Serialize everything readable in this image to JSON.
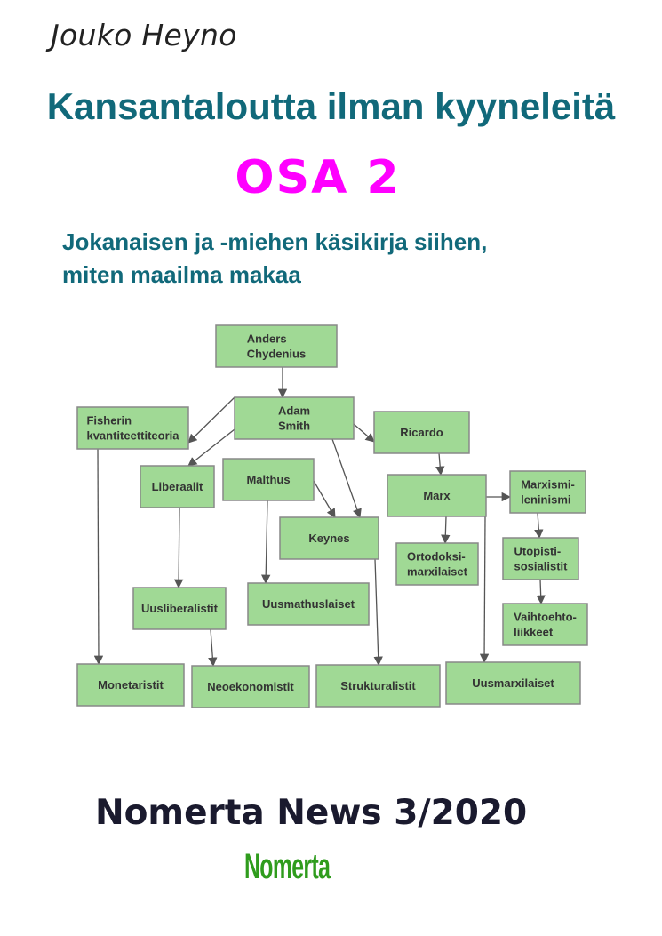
{
  "cover": {
    "author": "Jouko Heyno",
    "title": "Kansantaloutta ilman kyyneleitä",
    "part": "OSA 2",
    "subtitle_lines": [
      "Jokanaisen ja -miehen käsikirja siihen,",
      "miten maailma makaa"
    ],
    "issue": "Nomerta News 3/2020",
    "logo_text": "Nomerta"
  },
  "diagram": {
    "colors": {
      "node_fill": "#a0d995",
      "node_border": "#888888",
      "arrow": "#555555"
    },
    "nodes": [
      {
        "id": "chydenius",
        "lines": [
          "Anders",
          "Chydenius"
        ]
      },
      {
        "id": "smith",
        "lines": [
          "Adam",
          "Smith"
        ]
      },
      {
        "id": "fisher",
        "lines": [
          "Fisherin",
          "kvantiteettiteoria"
        ]
      },
      {
        "id": "ricardo",
        "lines": [
          "Ricardo"
        ]
      },
      {
        "id": "liberaalit",
        "lines": [
          "Liberaalit"
        ]
      },
      {
        "id": "malthus",
        "lines": [
          "Malthus"
        ]
      },
      {
        "id": "marx",
        "lines": [
          "Marx"
        ]
      },
      {
        "id": "marxlen",
        "lines": [
          "Marxismi-",
          "leninismi"
        ]
      },
      {
        "id": "keynes",
        "lines": [
          "Keynes"
        ]
      },
      {
        "id": "ortodoksi",
        "lines": [
          "Ortodoksi-",
          "marxilaiset"
        ]
      },
      {
        "id": "utopisti",
        "lines": [
          "Utopisti-",
          "sosialistit"
        ]
      },
      {
        "id": "uusliberalistit",
        "lines": [
          "Uusliberalistit"
        ]
      },
      {
        "id": "uusmathus",
        "lines": [
          "Uusmathuslaiset"
        ]
      },
      {
        "id": "vaihtoehto",
        "lines": [
          "Vaihtoehto-",
          "liikkeet"
        ]
      },
      {
        "id": "monetaristit",
        "lines": [
          "Monetaristit"
        ]
      },
      {
        "id": "neoekonomistit",
        "lines": [
          "Neoekonomistit"
        ]
      },
      {
        "id": "strukturalistit",
        "lines": [
          "Strukturalistit"
        ]
      },
      {
        "id": "uusmarx",
        "lines": [
          "Uusmarxilaiset"
        ]
      }
    ],
    "edges": [
      {
        "from": "chydenius",
        "to": "smith"
      },
      {
        "from": "smith",
        "to": "fisher"
      },
      {
        "from": "smith",
        "to": "liberaalit"
      },
      {
        "from": "smith",
        "to": "ricardo"
      },
      {
        "from": "smith",
        "to": "keynes"
      },
      {
        "from": "malthus",
        "to": "keynes"
      },
      {
        "from": "malthus",
        "to": "uusmathus"
      },
      {
        "from": "ricardo",
        "to": "marx"
      },
      {
        "from": "marx",
        "to": "marxlen"
      },
      {
        "from": "marx",
        "to": "ortodoksi"
      },
      {
        "from": "marx",
        "to": "uusmarx"
      },
      {
        "from": "marxlen",
        "to": "utopisti"
      },
      {
        "from": "utopisti",
        "to": "vaihtoehto"
      },
      {
        "from": "liberaalit",
        "to": "uusliberalistit"
      },
      {
        "from": "uusliberalistit",
        "to": "neoekonomistit"
      },
      {
        "from": "fisher",
        "to": "monetaristit"
      },
      {
        "from": "keynes",
        "to": "strukturalistit"
      }
    ]
  }
}
